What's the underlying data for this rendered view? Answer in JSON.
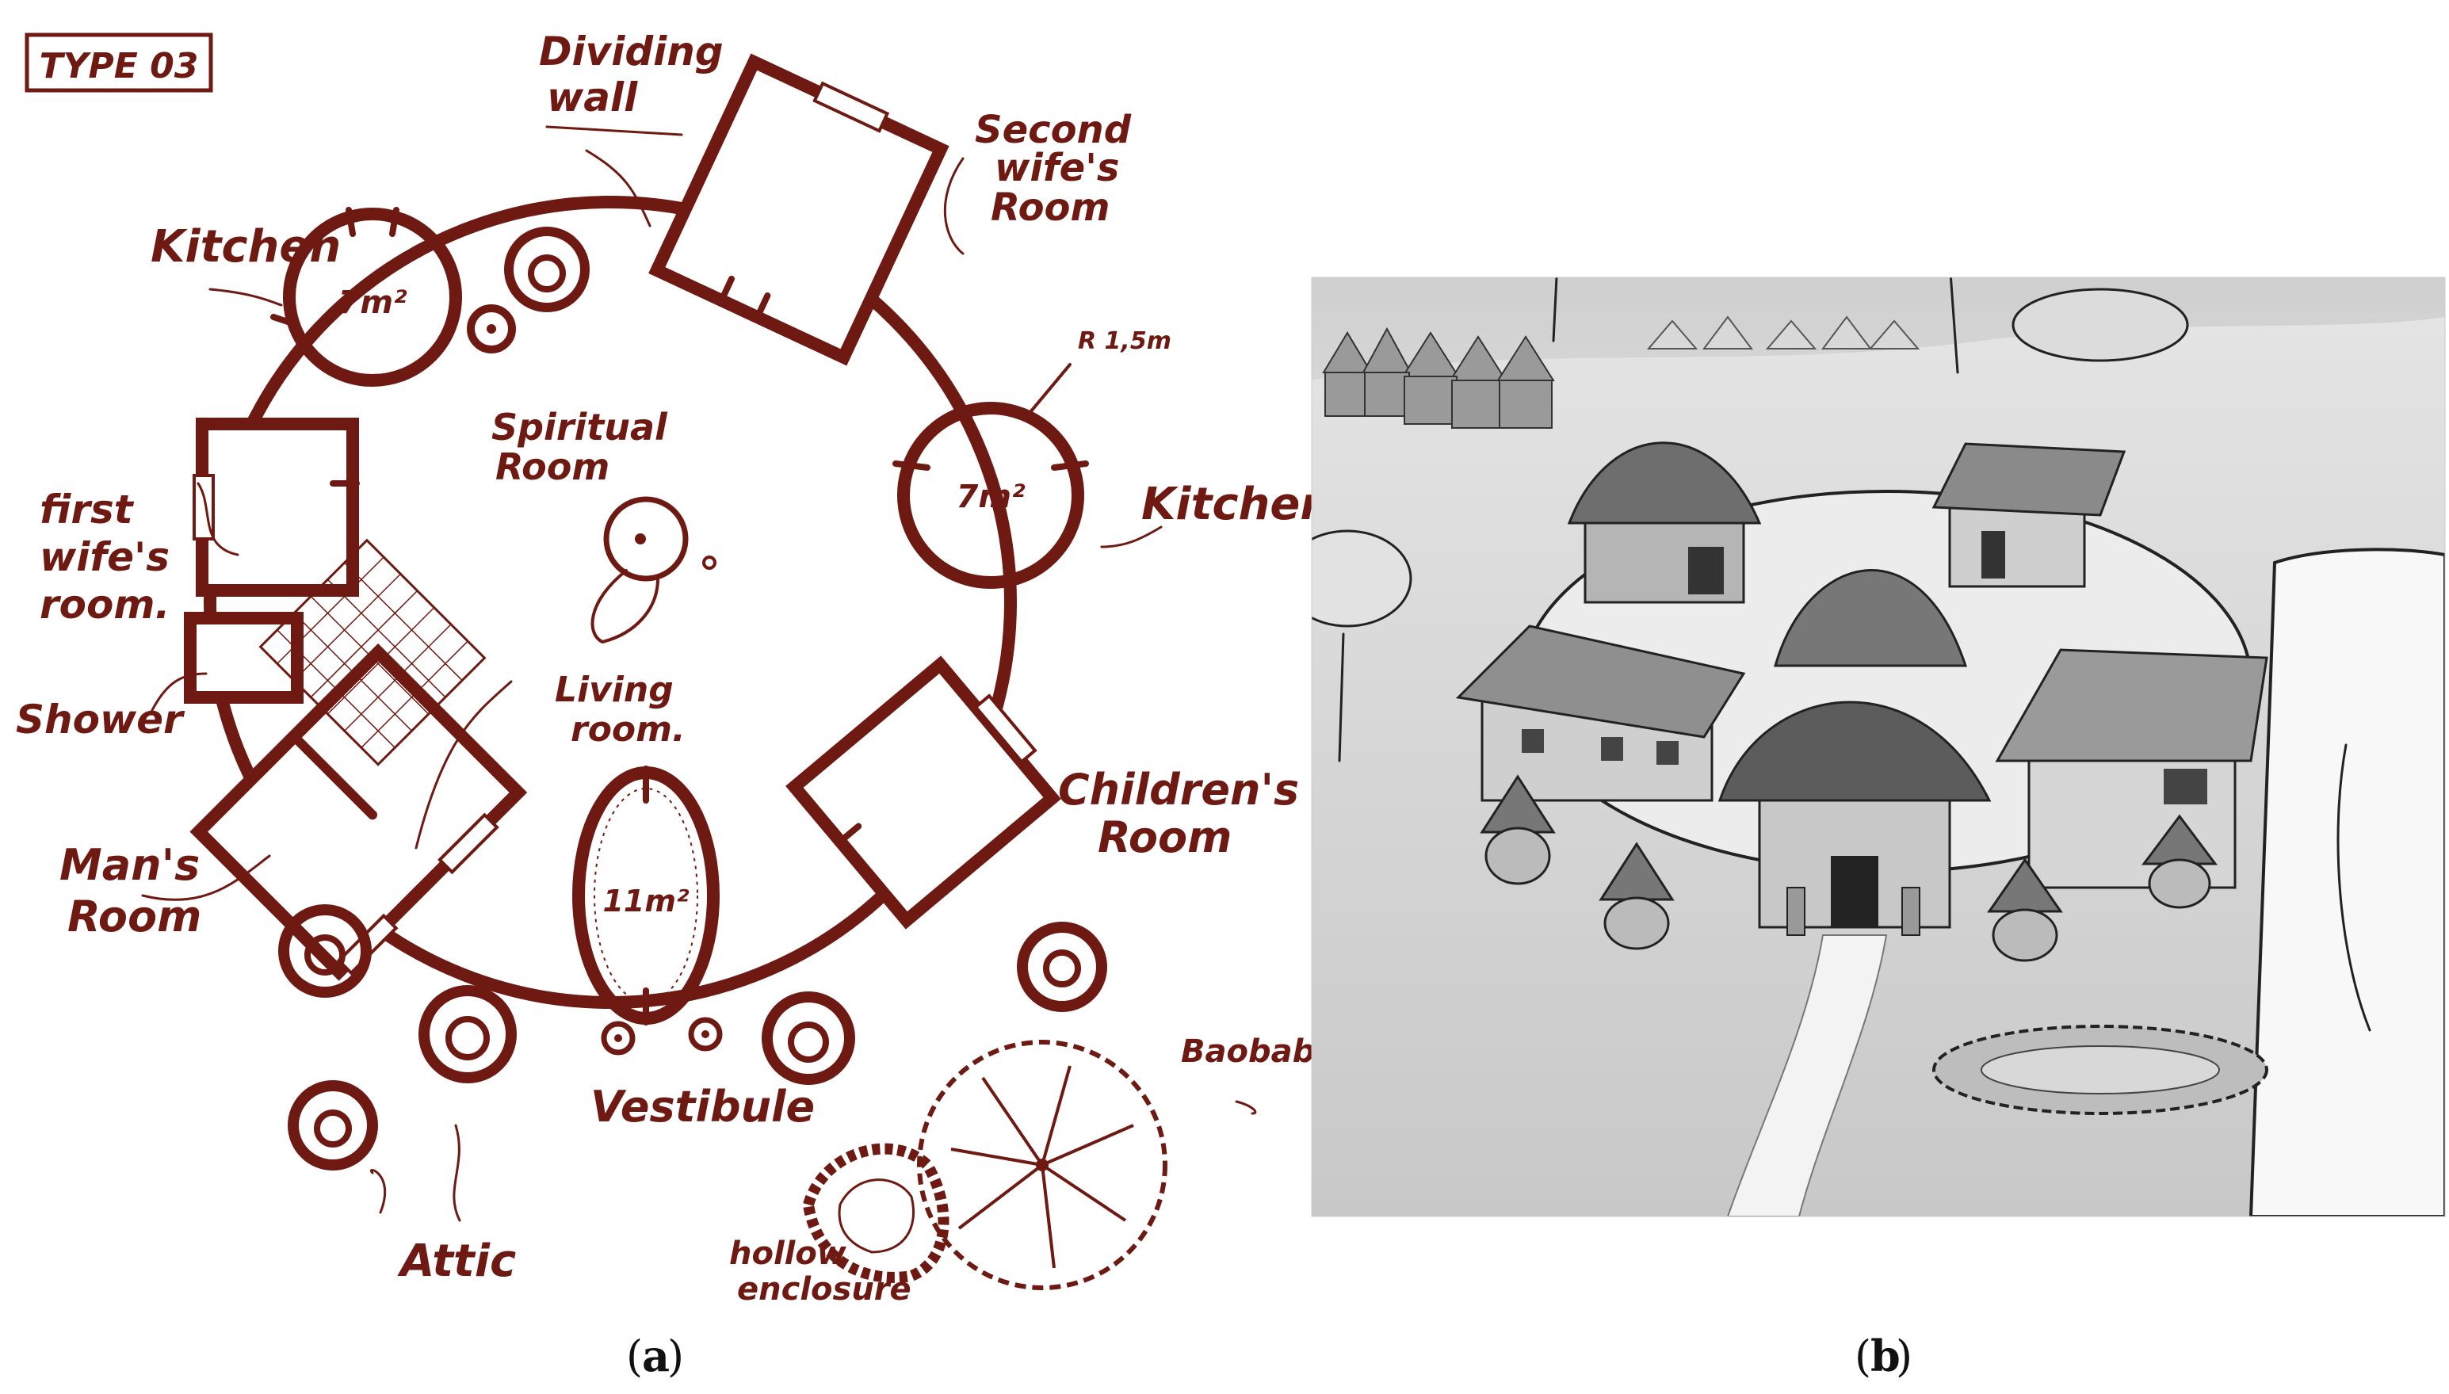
{
  "colors": {
    "plan_ink": "#6e1a12",
    "sketch_ink": "#222222",
    "sky": "#eaeaea"
  },
  "plan": {
    "type_label": "TYPE 03",
    "labels": {
      "dividing_wall": [
        "Dividing",
        "wall"
      ],
      "second_wife": [
        "Second",
        "wife's",
        "Room"
      ],
      "kitchen_left": "Kitchen",
      "kitchen_right": "Kitchen",
      "area_7_left": "7m²",
      "area_7_right": "7m²",
      "radius": "R 1,5m",
      "spiritual": [
        "Spiritual",
        "Room"
      ],
      "first_wife": [
        "first",
        "wife's",
        "room."
      ],
      "shower": "Shower",
      "living": [
        "Living",
        "room."
      ],
      "children": [
        "Children's",
        "Room"
      ],
      "man": [
        "Man's",
        "Room"
      ],
      "area_11": "11m²",
      "vestibule": "Vestibule",
      "baobab": "Baobab",
      "attic": "Attic",
      "hollow": [
        "hollow",
        "enclosure"
      ]
    }
  },
  "captions": {
    "a": "a",
    "b": "b"
  }
}
